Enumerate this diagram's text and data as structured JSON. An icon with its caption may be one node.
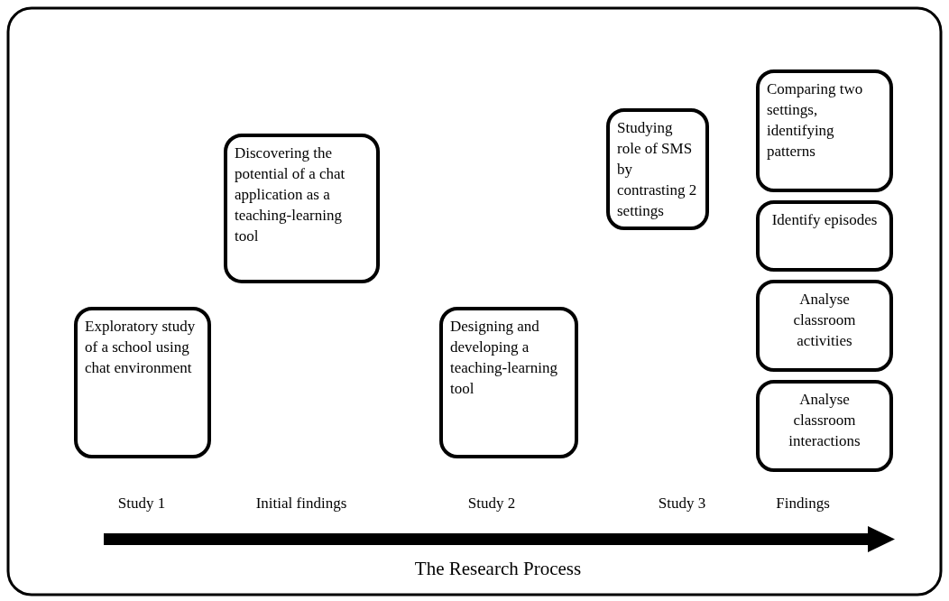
{
  "diagram": {
    "nodes": [
      {
        "text": [
          "Exploratory study of a school using chat environment"
        ]
      },
      {
        "text": [
          "Discovering the potential of a chat application as a teaching-learning tool"
        ]
      },
      {
        "text": [
          "Designing and developing a teaching-learning tool"
        ]
      },
      {
        "text": [
          "Studying role of SMS by contrasting 2 settings"
        ]
      },
      {
        "text": [
          "Comparing two settings, identifying patterns"
        ]
      },
      {
        "text": [
          "Identify episodes"
        ]
      },
      {
        "text": [
          "Analyse classroom activities"
        ]
      },
      {
        "text": [
          "Analyse classroom interactions"
        ]
      }
    ],
    "edges": [],
    "labels": [
      "Study 1",
      "Initial findings",
      "Study 2",
      "Study 3",
      "Findings",
      "The Research Process"
    ]
  }
}
